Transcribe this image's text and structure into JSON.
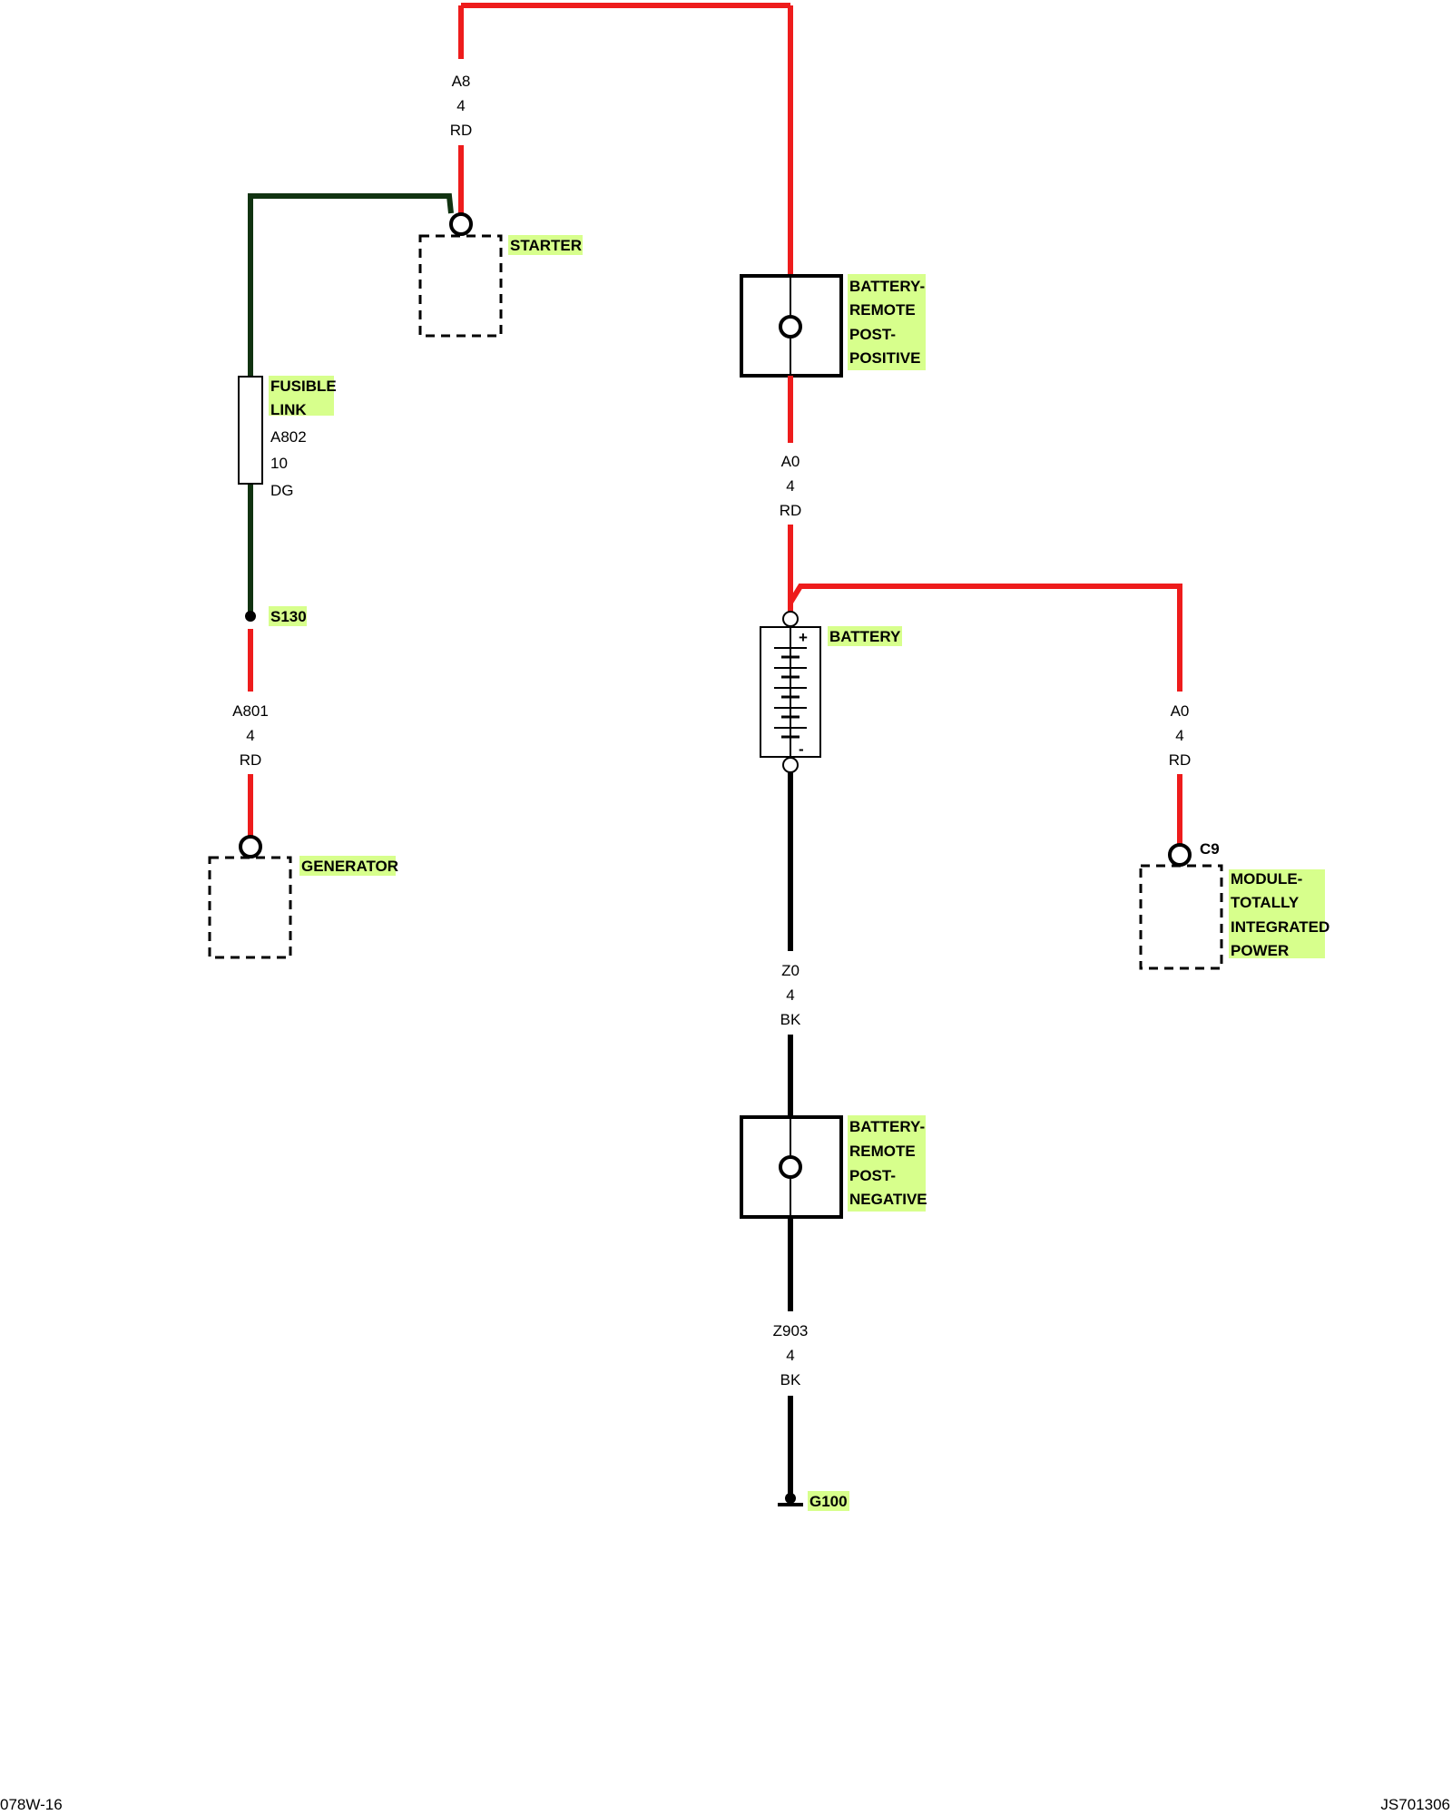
{
  "colors": {
    "red_wire": "#ee1c1c",
    "black_wire": "#000000",
    "dark_green_wire": "#113311",
    "label_highlight": "#d7ff8c"
  },
  "wires": {
    "a8": {
      "circuit": "A8",
      "gauge": "4",
      "color": "RD"
    },
    "a0_top": {
      "circuit": "A0",
      "gauge": "4",
      "color": "RD"
    },
    "a802": {
      "circuit": "A802",
      "gauge": "10",
      "color": "DG"
    },
    "a801": {
      "circuit": "A801",
      "gauge": "4",
      "color": "RD"
    },
    "a0_module": {
      "circuit": "A0",
      "gauge": "4",
      "color": "RD"
    },
    "z0": {
      "circuit": "Z0",
      "gauge": "4",
      "color": "BK"
    },
    "z903": {
      "circuit": "Z903",
      "gauge": "4",
      "color": "BK"
    }
  },
  "components": {
    "starter": "STARTER",
    "battery_remote_pos": [
      "BATTERY-",
      "REMOTE",
      "POST-",
      "POSITIVE"
    ],
    "fusible_link": [
      "FUSIBLE",
      "LINK"
    ],
    "splice": "S130",
    "generator": "GENERATOR",
    "battery": "BATTERY",
    "battery_plus": "+",
    "battery_minus": "-",
    "connector": "C9",
    "module": [
      "MODULE-",
      "TOTALLY",
      "INTEGRATED",
      "POWER"
    ],
    "battery_remote_neg": [
      "BATTERY-",
      "REMOTE",
      "POST-",
      "NEGATIVE"
    ],
    "ground": "G100"
  },
  "footer": {
    "left": "078W-16",
    "right": "JS701306"
  }
}
